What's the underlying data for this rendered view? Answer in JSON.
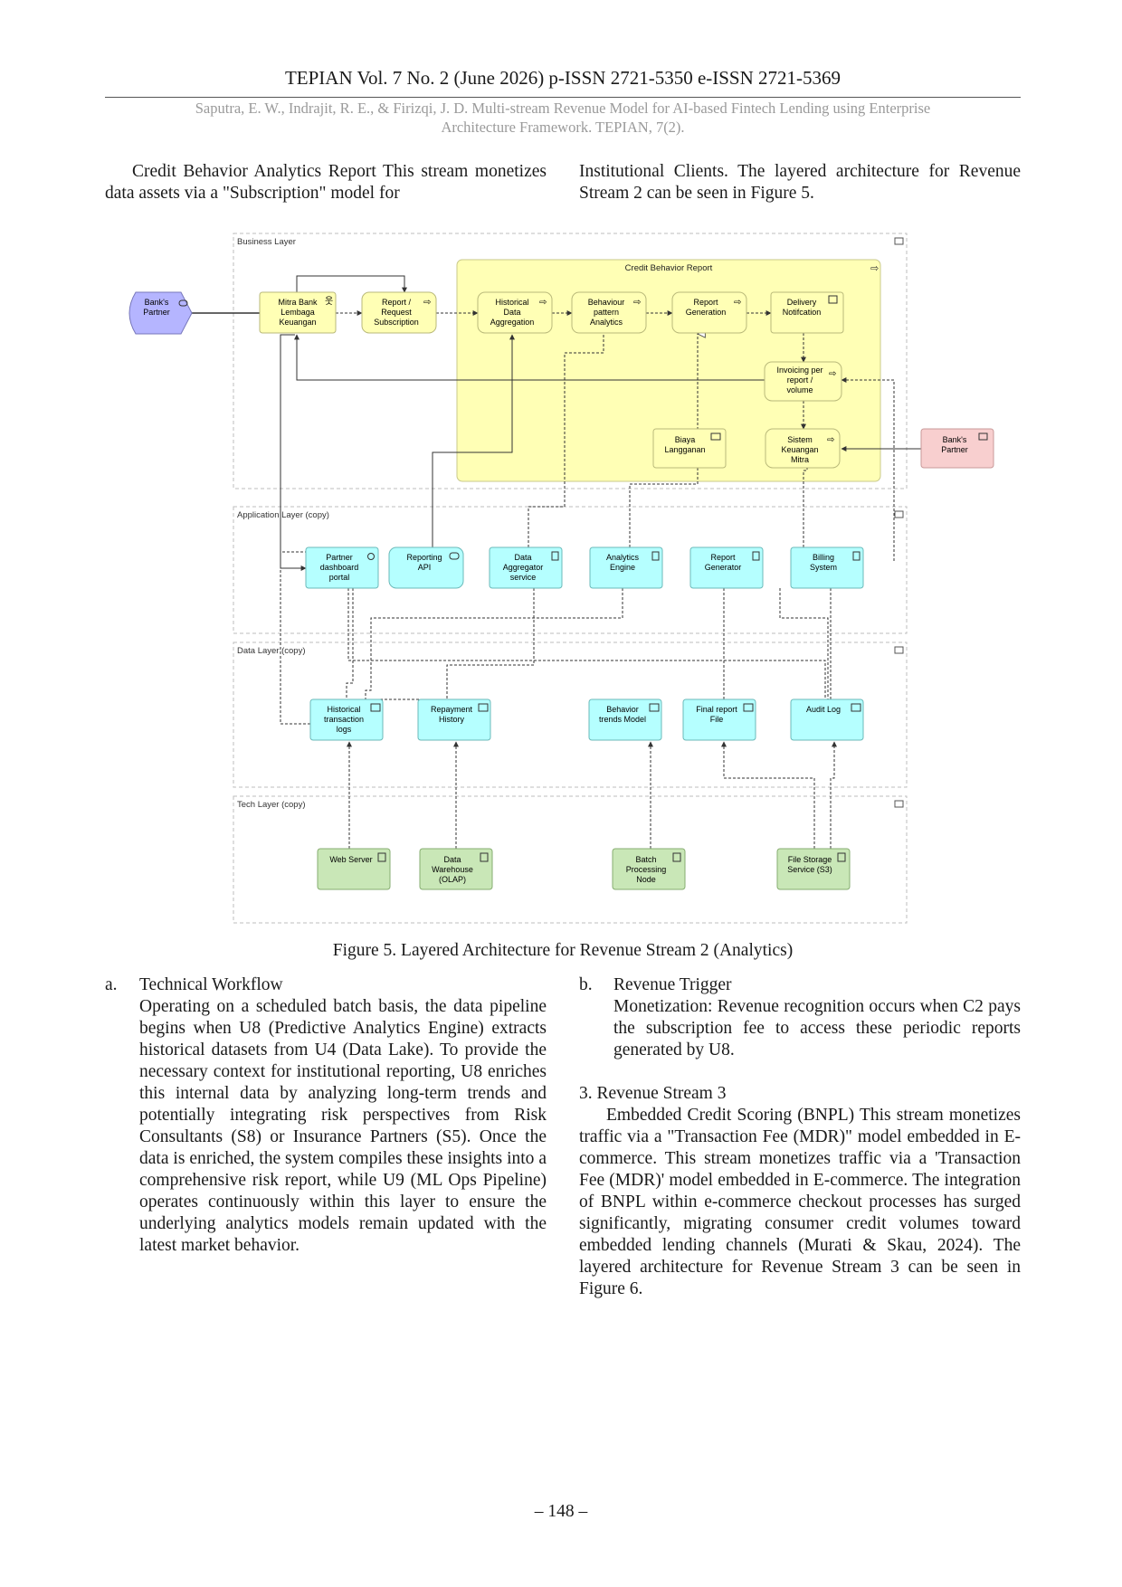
{
  "header": {
    "journal": "TEPIAN Vol. 7 No. 2 (June 2026) p-ISSN 2721-5350 e-ISSN 2721-5369",
    "citation_line1": "Saputra, E. W., Indrajit, R. E., & Firizqi, J. D. Multi-stream Revenue Model for AI-based Fintech Lending using Enterprise",
    "citation_line2": "Architecture Framework. TEPIAN, 7(2)."
  },
  "intro": {
    "left": "Credit Behavior Analytics Report This stream monetizes data assets via a \"Subscription\" model for",
    "right": "Institutional Clients. The layered architecture for Revenue Stream 2 can be seen in Figure 5."
  },
  "figure": {
    "caption": "Figure 5. Layered Architecture for Revenue Stream 2 (Analytics)",
    "layers": {
      "business": "Business Layer",
      "application": "Application Layer (copy)",
      "data": "Data Layer (copy)",
      "tech": "Tech Layer (copy)"
    },
    "group_title": "Credit Behavior Report",
    "business_nodes": {
      "partner_left": [
        "Bank's",
        "Partner"
      ],
      "mitra": [
        "Mitra Bank",
        "Lembaga",
        "Keuangan"
      ],
      "report_request": [
        "Report /",
        "Request",
        "Subscription"
      ],
      "historical_agg": [
        "Historical",
        "Data",
        "Aggregation"
      ],
      "behaviour": [
        "Behaviour",
        "pattern",
        "Analytics"
      ],
      "report_gen": [
        "Report",
        "Generation"
      ],
      "delivery": [
        "Delivery",
        "Notifcation"
      ],
      "invoicing": [
        "Invoicing per",
        "report /",
        "volume"
      ],
      "biaya": [
        "Biaya",
        "Langganan"
      ],
      "sistem": [
        "Sistem",
        "Keuangan",
        "Mitra"
      ],
      "partner_right": [
        "Bank's",
        "Partner"
      ]
    },
    "app_nodes": {
      "dashboard": [
        "Partner",
        "dashboard",
        "portal"
      ],
      "reporting_api": [
        "Reporting",
        "API"
      ],
      "aggregator": [
        "Data",
        "Aggregator",
        "service"
      ],
      "analytics": [
        "Analytics",
        "Engine"
      ],
      "generator": [
        "Report",
        "Generator"
      ],
      "billing": [
        "Billing",
        "System"
      ]
    },
    "data_nodes": {
      "hist_logs": [
        "Historical",
        "transaction",
        "logs"
      ],
      "repayment": [
        "Repayment",
        "History"
      ],
      "behavior_model": [
        "Behavior",
        "trends Model"
      ],
      "final_report": [
        "Final report",
        "File"
      ],
      "audit": [
        "Audit Log"
      ]
    },
    "tech_nodes": {
      "web": [
        "Web Server"
      ],
      "warehouse": [
        "Data",
        "Warehouse",
        "(OLAP)"
      ],
      "batch": [
        "Batch",
        "Processing",
        "Node"
      ],
      "storage": [
        "File Storage",
        "Service (S3)"
      ]
    },
    "colors": {
      "business_box": "#ffffb5",
      "application": "#b5ffff",
      "technology": "#c9e7b7",
      "actor": "#b5b5ff",
      "partner_right": "#f8cfcf"
    }
  },
  "section_a": {
    "marker": "a.",
    "heading": "Technical Workflow",
    "text": "Operating on a scheduled batch basis, the data pipeline begins when U8 (Predictive Analytics Engine) extracts historical datasets from U4 (Data Lake). To provide the necessary context for institutional reporting, U8 enriches this internal data by analyzing long-term trends and potentially integrating risk perspectives from Risk Consultants (S8) or Insurance Partners (S5). Once the data is enriched, the system compiles these insights into a comprehensive risk report, while U9 (ML Ops Pipeline) operates continuously within this layer to ensure the underlying analytics models remain updated with the latest market behavior."
  },
  "section_b": {
    "marker": "b.",
    "heading": "Revenue Trigger",
    "text": "Monetization: Revenue recognition occurs when C2 pays the subscription fee to access these periodic reports generated by U8."
  },
  "section_3": {
    "heading": "3. Revenue Stream 3",
    "text": "Embedded Credit Scoring (BNPL) This stream monetizes traffic via a \"Transaction Fee (MDR)\" model embedded in E-commerce. This stream monetizes traffic via a 'Transaction Fee (MDR)' model embedded in E-commerce. The integration of BNPL within e-commerce checkout processes has surged significantly, migrating consumer credit volumes toward embedded lending channels (Murati & Skau, 2024). The layered architecture for Revenue Stream 3 can be seen in Figure 6."
  },
  "page_number": "– 148 –"
}
